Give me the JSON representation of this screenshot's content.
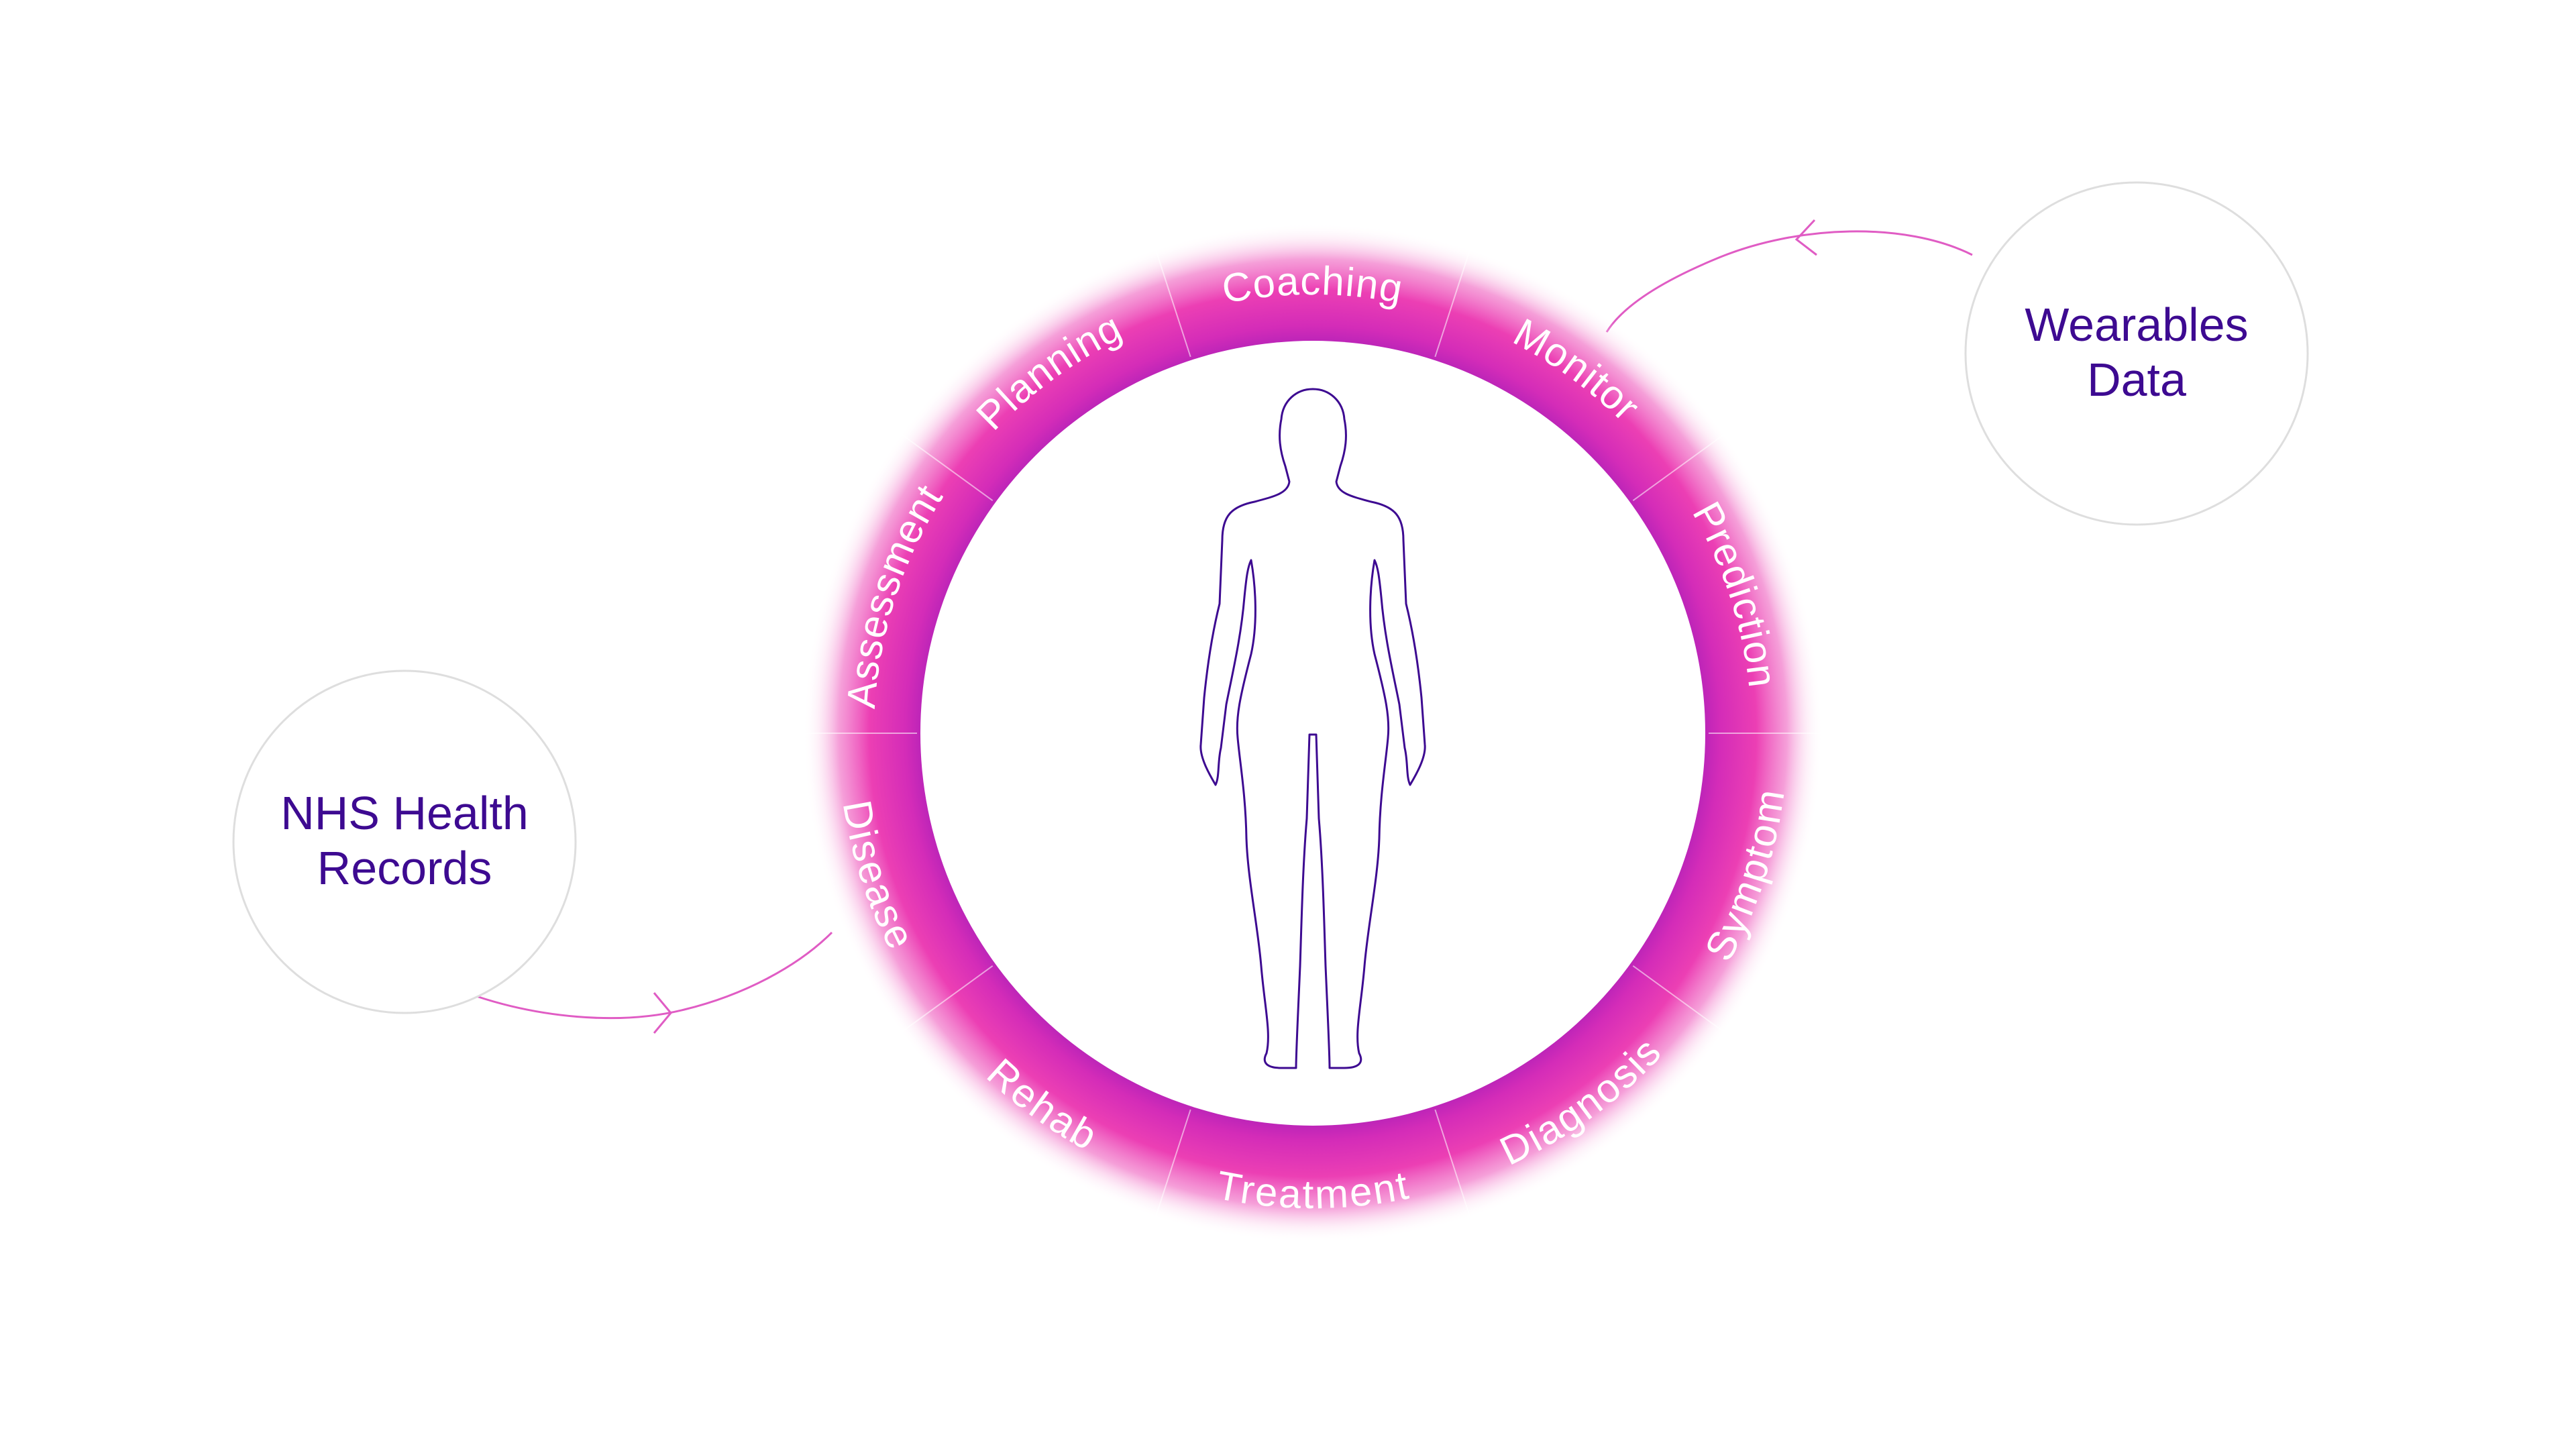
{
  "wheel": {
    "segments": [
      {
        "label": "Coaching"
      },
      {
        "label": "Monitor"
      },
      {
        "label": "Prediction"
      },
      {
        "label": "Symptom"
      },
      {
        "label": "Diagnosis"
      },
      {
        "label": "Treatment"
      },
      {
        "label": "Rehab"
      },
      {
        "label": "Disease"
      },
      {
        "label": "Assessment"
      },
      {
        "label": "Planning"
      }
    ]
  },
  "sources": {
    "wearables": {
      "line1": "Wearables",
      "line2": "Data"
    },
    "nhs": {
      "line1": "NHS Health",
      "line2": "Records"
    }
  },
  "colors": {
    "ring_outer": "#ea3fb4",
    "ring_inner": "#5c0fa8",
    "text_dark": "#3d0a91",
    "connector": "#e05cc4",
    "source_circle_border": "#dedede"
  }
}
